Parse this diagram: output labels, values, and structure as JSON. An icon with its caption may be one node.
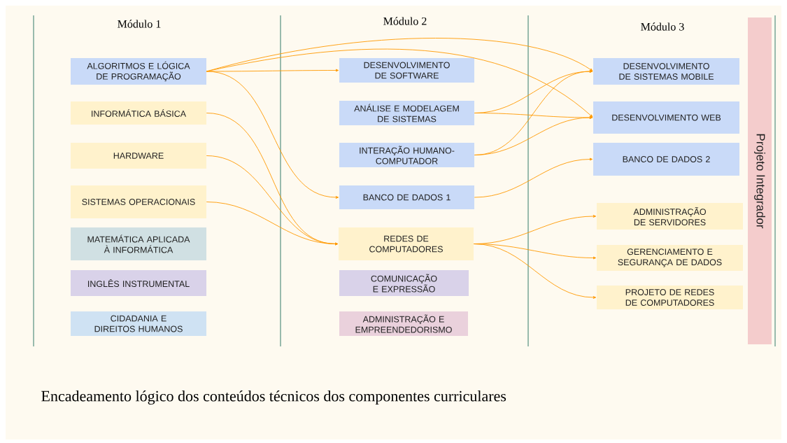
{
  "diagram": {
    "caption": "Encadeamento lógico dos conteúdos técnicos dos componentes curriculares",
    "nodes": [
      {
        "text": [
          "ALGORITMOS E LÓGICA DE PROGRAMAÇÃO"
        ]
      },
      {
        "text": [
          "INFORMÁTICA BÁSICA"
        ]
      },
      {
        "text": [
          "HARDWARE"
        ]
      },
      {
        "text": [
          "SISTEMAS OPERACIONAIS"
        ]
      },
      {
        "text": [
          "MATEMÁTICA APLICADA À INFORMÁTICA"
        ]
      },
      {
        "text": [
          "INGLÊS INSTRUMENTAL"
        ]
      },
      {
        "text": [
          "CIDADANIA E DIREITOS HUMANOS"
        ]
      },
      {
        "text": [
          "DESENVOLVIMENTO DE SOFTWARE"
        ]
      },
      {
        "text": [
          "ANÁLISE E MODELAGEM DE SISTEMAS"
        ]
      },
      {
        "text": [
          "INTERAÇÃO HUMANO-COMPUTADOR"
        ]
      },
      {
        "text": [
          "BANCO DE DADOS 1"
        ]
      },
      {
        "text": [
          "REDES DE COMPUTADORES"
        ]
      },
      {
        "text": [
          "COMUNICAÇÃO E EXPRESSÃO"
        ]
      },
      {
        "text": [
          "ADMINISTRAÇÃO E EMPREENDEDORISMO"
        ]
      },
      {
        "text": [
          "DESENVOLVIMENTO DE SISTEMAS MOBILE"
        ]
      },
      {
        "text": [
          "DESENVOLVIMENTO WEB"
        ]
      },
      {
        "text": [
          "BANCO DE DADOS 2"
        ]
      },
      {
        "text": [
          "ADMINISTRAÇÃO DE SERVIDORES"
        ]
      },
      {
        "text": [
          "GERENCIAMENTO E SEGURANÇA DE DADOS"
        ]
      },
      {
        "text": [
          "PROJETO DE REDES DE COMPUTADORES"
        ]
      },
      {
        "text": [
          "Projeto Integrador"
        ]
      }
    ],
    "edges": [
      {
        "from": 0,
        "to": 14,
        "arrow": "to"
      },
      {
        "from": 0,
        "to": 15,
        "arrow": "to"
      },
      {
        "from": 0,
        "to": 7,
        "arrow": "to"
      },
      {
        "from": 0,
        "to": 10,
        "arrow": "to"
      },
      {
        "from": 1,
        "to": 11,
        "arrow": "to"
      },
      {
        "from": 2,
        "to": 11,
        "arrow": "to"
      },
      {
        "from": 3,
        "to": 11,
        "arrow": "to"
      },
      {
        "from": 8,
        "to": 14,
        "arrow": "to"
      },
      {
        "from": 8,
        "to": 15,
        "arrow": "to"
      },
      {
        "from": 9,
        "to": 14,
        "arrow": "to"
      },
      {
        "from": 9,
        "to": 15,
        "arrow": "to"
      },
      {
        "from": 10,
        "to": 16,
        "arrow": "to"
      },
      {
        "from": 11,
        "to": 17,
        "arrow": "to"
      },
      {
        "from": 11,
        "to": 18,
        "arrow": "to"
      },
      {
        "from": 11,
        "to": 19,
        "arrow": "to"
      }
    ],
    "labels": [
      "Módulo 1",
      "Módulo 2",
      "Módulo 3"
    ]
  }
}
